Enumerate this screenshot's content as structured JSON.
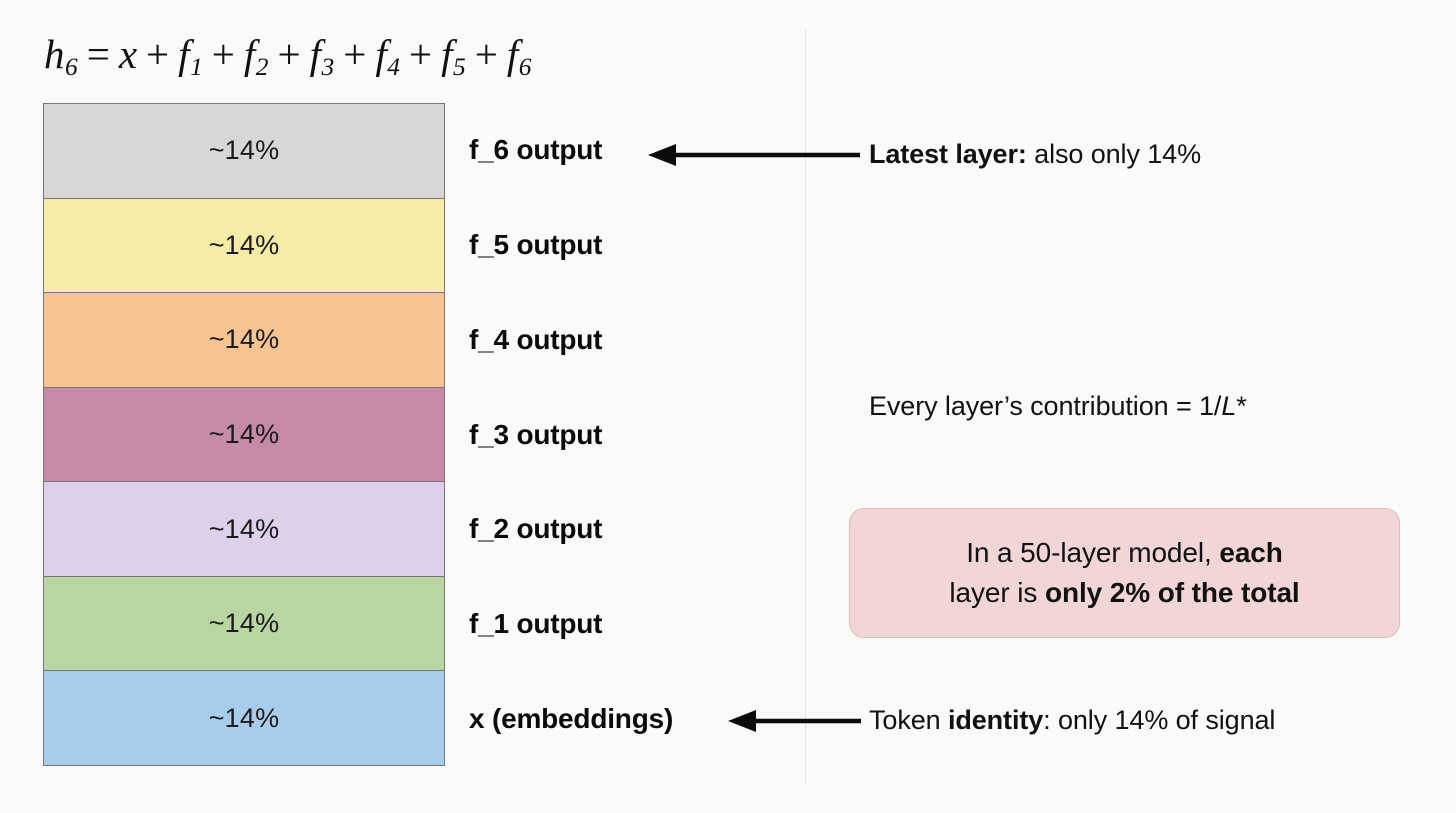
{
  "background_color": "#fafaf9",
  "equation": {
    "full_text": "h_6 = x + f_1 + f_2 + f_3 + f_4 + f_5 + f_6",
    "lhs_var": "h",
    "lhs_sub": "6",
    "equals": "=",
    "terms": [
      "x",
      "f_1",
      "f_2",
      "f_3",
      "f_4",
      "f_5",
      "f_6"
    ],
    "plus": "+"
  },
  "stack": {
    "bands": [
      {
        "value_label": "~14%",
        "row_label": "f_6 output",
        "color": "#d7d7d7"
      },
      {
        "value_label": "~14%",
        "row_label": "f_5 output",
        "color": "#f6eca6"
      },
      {
        "value_label": "~14%",
        "row_label": "f_4 output",
        "color": "#f5c491"
      },
      {
        "value_label": "~14%",
        "row_label": "f_3 output",
        "color": "#c68aa8"
      },
      {
        "value_label": "~14%",
        "row_label": "f_2 output",
        "color": "#ddd0ea"
      },
      {
        "value_label": "~14%",
        "row_label": "f_1 output",
        "color": "#b9d6a2"
      },
      {
        "value_label": "~14%",
        "row_label": "x (embeddings)",
        "color": "#a8cdec"
      }
    ],
    "border_color": "#76767a"
  },
  "annotations": {
    "latest_layer": {
      "bold_prefix": "Latest layer:",
      "rest": " also only 14%"
    },
    "formula": {
      "prefix": "Every layer’s contribution = 1/",
      "italic": "L",
      "suffix": "*"
    },
    "token_identity": {
      "prefix": "Token ",
      "bold": "identity",
      "rest": ": only 14% of signal"
    }
  },
  "callout": {
    "line1_normal": "In a 50-layer model, ",
    "line1_bold": "each",
    "line2_normal": "layer is ",
    "line2_bold": "only 2% of the total",
    "background_color": "#f2d5d6",
    "border_color": "#e4b9bb"
  },
  "arrows": {
    "top": {
      "label": "arrow-to-f6-output"
    },
    "bottom": {
      "label": "arrow-to-embeddings"
    }
  }
}
